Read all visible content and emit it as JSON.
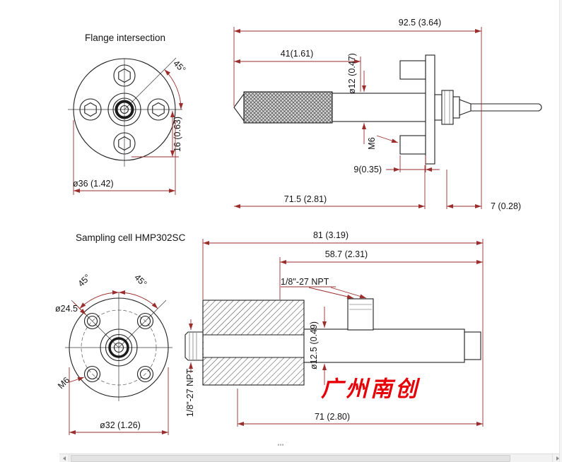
{
  "colors": {
    "dimension_line": "#9b2d2d",
    "object_line": "#1f1f1f",
    "watermark_red": "#e60008",
    "text": "#141414",
    "scrollbar_track": "#f2f2f2"
  },
  "flange_view": {
    "title": "Flange intersection",
    "angle": "45°",
    "offset": "16 (0.63)",
    "outer_diameter": "ø36 (1.42)"
  },
  "probe_view": {
    "overall_length": "92.5 (3.64)",
    "filter_length": "41(1.61)",
    "probe_diameter": "ø12 (0.47)",
    "screw_thread": "M6",
    "screw_offset": "9(0.35)",
    "insertion_length": "71.5 (2.81)",
    "tail_length": "7 (0.28)"
  },
  "cell_view": {
    "title": "Sampling cell HMP302SC",
    "angle_left": "45°",
    "angle_right": "45°",
    "bolt_circle_diameter": "ø24.5",
    "thread": "M6",
    "outer_diameter": "ø32 (1.26)"
  },
  "cell_section_view": {
    "overall_length": "81 (3.19)",
    "inner_length": "58.7 (2.31)",
    "top_port_thread": "1/8\"-27 NPT",
    "bore_diameter": "ø12.5 (0.49)",
    "side_port_thread": "1/8\"-27 NPT",
    "body_length": "71 (2.80)"
  },
  "watermark": "广州南创",
  "bottom_bar": {
    "splitter_grip": "'''"
  }
}
